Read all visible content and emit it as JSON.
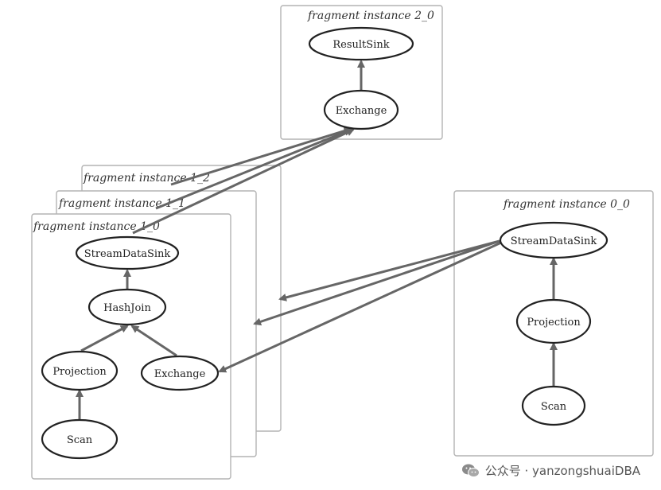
{
  "fragments": {
    "f2_0": "fragment instance 2_0",
    "f1_2": "fragment instance 1_2",
    "f1_1": "fragment instance 1_1",
    "f1_0": "fragment instance 1_0",
    "f0_0": "fragment instance 0_0"
  },
  "nodes": {
    "resultsink": "ResultSink",
    "exchange_top": "Exchange",
    "streamdatasink_1": "StreamDataSink",
    "hashjoin": "HashJoin",
    "projection_1": "Projection",
    "exchange_1": "Exchange",
    "scan_1": "Scan",
    "streamdatasink_0": "StreamDataSink",
    "projection_0": "Projection",
    "scan_0": "Scan"
  },
  "watermark": {
    "text": "公众号 · yanzongshuaiDBA",
    "icon": "wechat-icon"
  }
}
